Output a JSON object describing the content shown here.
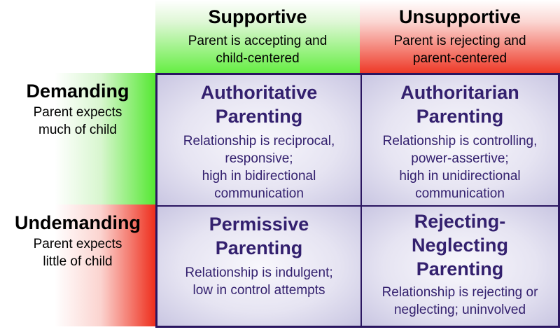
{
  "columns": [
    {
      "title": "Supportive",
      "desc_lines": [
        "Parent is accepting and",
        "child-centered"
      ]
    },
    {
      "title": "Unsupportive",
      "desc_lines": [
        "Parent is rejecting and",
        "parent-centered"
      ]
    }
  ],
  "rows": [
    {
      "title": "Demanding",
      "desc_lines": [
        "Parent expects",
        "much of child"
      ]
    },
    {
      "title": "Undemanding",
      "desc_lines": [
        "Parent expects",
        "little of child"
      ]
    }
  ],
  "cells": [
    {
      "title_lines": [
        "Authoritative",
        "Parenting"
      ],
      "desc_lines": [
        "Relationship is reciprocal,",
        "responsive;",
        "high in bidirectional",
        "communication"
      ]
    },
    {
      "title_lines": [
        "Authoritarian",
        "Parenting"
      ],
      "desc_lines": [
        "Relationship is controlling,",
        "power-assertive;",
        "high in unidirectional",
        "communication"
      ]
    },
    {
      "title_lines": [
        "Permissive",
        "Parenting"
      ],
      "desc_lines": [
        "Relationship is indulgent;",
        "low in control attempts"
      ]
    },
    {
      "title_lines": [
        "Rejecting-",
        "Neglecting",
        "Parenting"
      ],
      "desc_lines": [
        "Relationship is rejecting or",
        "neglecting; uninvolved"
      ]
    }
  ],
  "colors": {
    "border": "#2a1560",
    "cell_text": "#33206e",
    "supportive_green": "#66ee44",
    "unsupportive_red": "#ee3a28"
  }
}
